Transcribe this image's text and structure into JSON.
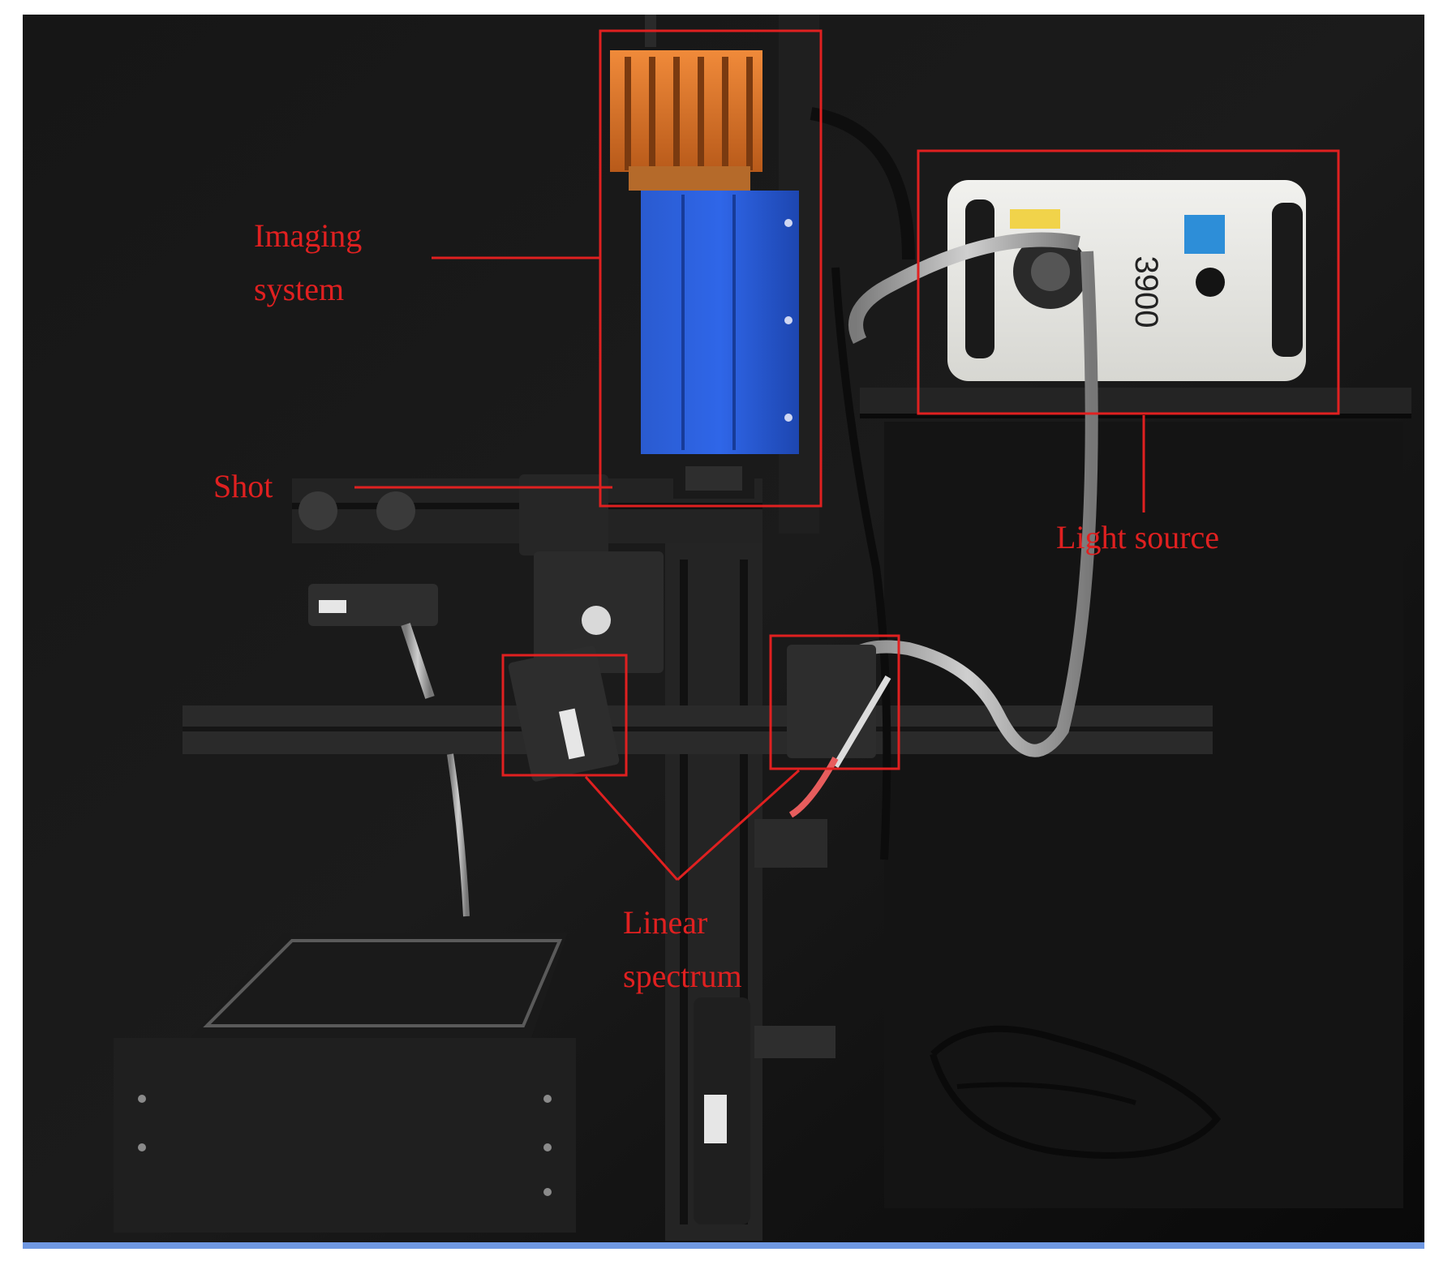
{
  "colors": {
    "annotation": "#e02020",
    "background": "#0d0d0d",
    "frame_accent": "#6f98e2"
  },
  "device_marking": "3900",
  "labels": {
    "imaging_system": [
      "Imaging",
      "system"
    ],
    "shot": "Shot",
    "light_source": "Light source",
    "linear_spectrum": [
      "Linear",
      "spectrum"
    ]
  }
}
